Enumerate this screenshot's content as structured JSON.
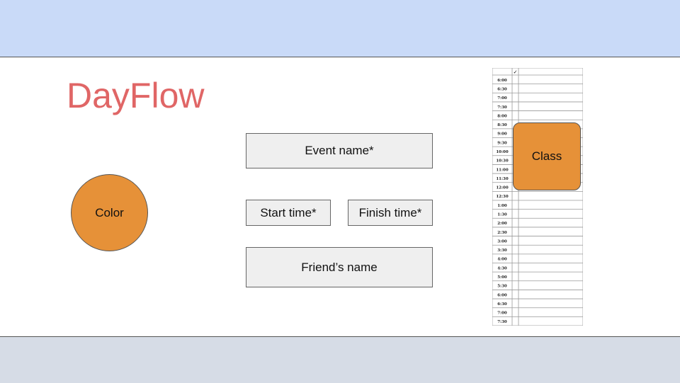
{
  "app": {
    "title": "DayFlow"
  },
  "color_picker": {
    "label": "Color",
    "value": "#e69138"
  },
  "form": {
    "event_name_placeholder": "Event name*",
    "start_time_placeholder": "Start time*",
    "finish_time_placeholder": "Finish time*",
    "friend_name_placeholder": "Friend’s name"
  },
  "schedule": {
    "header_mark": "✓",
    "times": [
      "6:00",
      "6:30",
      "7:00",
      "7:30",
      "8:00",
      "8:30",
      "9:00",
      "9:30",
      "10:00",
      "10:30",
      "11:00",
      "11:30",
      "12:00",
      "12:30",
      "1:00",
      "1:30",
      "2:00",
      "2:30",
      "3:00",
      "3:30",
      "4:00",
      "4:30",
      "5:00",
      "5:30",
      "6:00",
      "6:30",
      "7:00",
      "7:30"
    ],
    "event": {
      "label": "Class",
      "start": "9:00",
      "end": "12:00"
    }
  },
  "colors": {
    "title": "#e06666",
    "accent": "#e69138",
    "top_band": "#c9daf8",
    "bottom_band": "#d6dce6",
    "field_bg": "#efefef"
  }
}
